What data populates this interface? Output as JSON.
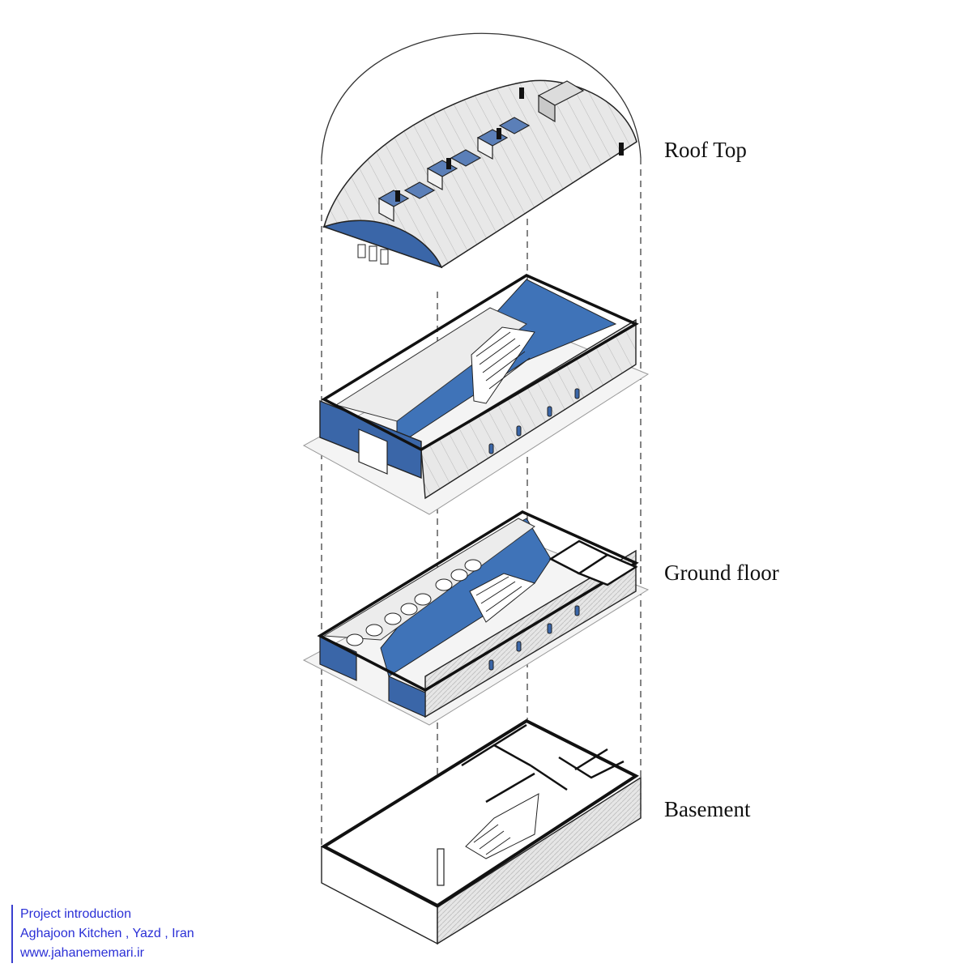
{
  "levels": {
    "roof": "Roof Top",
    "ground": "Ground floor",
    "basement": "Basement"
  },
  "credits": {
    "line1": "Project introduction",
    "line2": "Aghajoon Kitchen , Yazd , Iran",
    "line3": "www.jahanememari.ir"
  },
  "colors": {
    "wall_blue": "#3a66a8",
    "floor_blue": "#3f73b8",
    "roof_grey": "#e4e4e4",
    "credit_text": "#2a2fd6",
    "line": "#111111"
  }
}
